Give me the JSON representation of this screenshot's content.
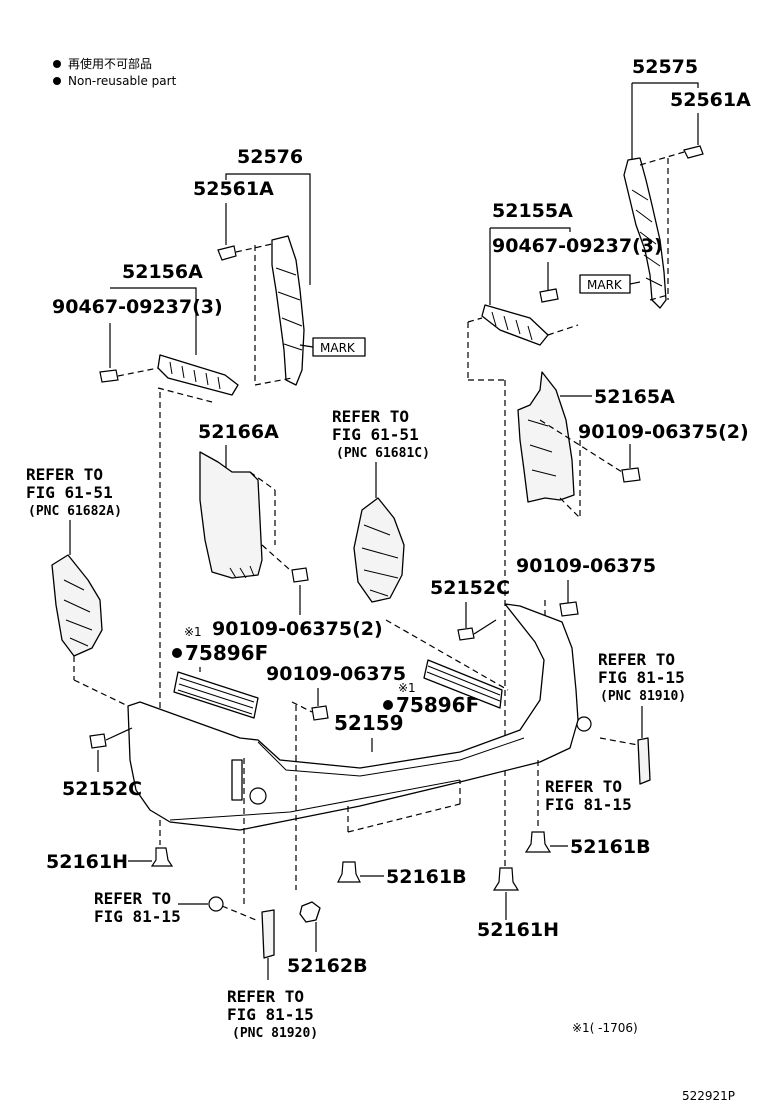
{
  "legend": {
    "line_jp": "再使用不可部品",
    "line_en": "Non-reusable part"
  },
  "labels": {
    "p52575": "52575",
    "p52561A_right": "52561A",
    "p52576": "52576",
    "p52561A_left": "52561A",
    "p52155A": "52155A",
    "p90467_right": "90467-09237(3)",
    "p52156A": "52156A",
    "p90467_left": "90467-09237(3)",
    "p52165A": "52165A",
    "p90109_2_right": "90109-06375(2)",
    "p52166A": "52166A",
    "p90109_right": "90109-06375",
    "p52152C_right": "52152C",
    "p90109_2_left": "90109-06375(2)",
    "p90109_center": "90109-06375",
    "p52159": "52159",
    "p75896F_left": "75896F",
    "p75896F_right": "75896F",
    "p52152C_left": "52152C",
    "p52161H_left": "52161H",
    "p52161B_center": "52161B",
    "p52161B_right": "52161B",
    "p52161H_right": "52161H",
    "p52162B": "52162B",
    "mark_left": "MARK",
    "mark_right": "MARK",
    "note1_a": "※1",
    "note1_b": "※1"
  },
  "refs": {
    "ref_61_left": {
      "line1": "REFER TO",
      "line2": "FIG 61-51",
      "pnc": "(PNC 61682A)"
    },
    "ref_61_center": {
      "line1": "REFER TO",
      "line2": "FIG 61-51",
      "pnc": "(PNC 61681C)"
    },
    "ref_81_right_top": {
      "line1": "REFER TO",
      "line2": "FIG 81-15",
      "pnc": "(PNC 81910)"
    },
    "ref_81_right": {
      "line1": "REFER TO",
      "line2": "FIG 81-15"
    },
    "ref_81_left": {
      "line1": "REFER TO",
      "line2": "FIG 81-15"
    },
    "ref_81_bottom": {
      "line1": "REFER TO",
      "line2": "FIG 81-15",
      "pnc": "(PNC 81920)"
    }
  },
  "footnote": "※1(      -1706)",
  "diagram_id": "522921P"
}
